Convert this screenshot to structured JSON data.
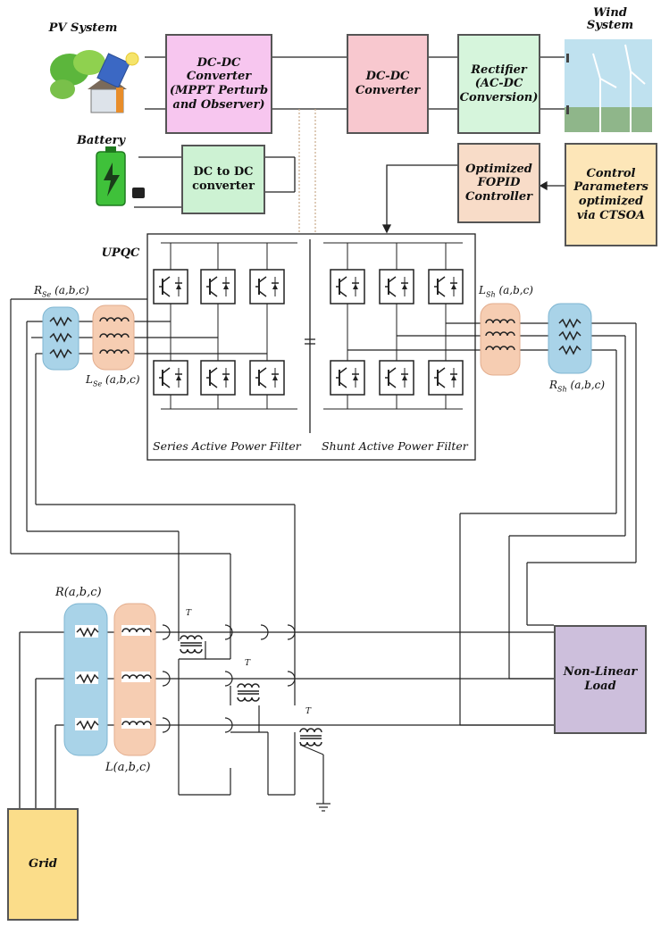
{
  "title": "",
  "labels": {
    "pv_system": "PV System",
    "wind_system": "Wind System",
    "battery": "Battery",
    "upqc": "UPQC",
    "series_filter": "Series Active Power Filter",
    "shunt_filter": "Shunt Active Power Filter",
    "r_se": "R",
    "r_se_sub": "Se",
    "l_se": "L",
    "l_se_sub": "Se",
    "l_sh": "L",
    "l_sh_sub": "Sh",
    "r_sh": "R",
    "r_sh_sub": "Sh",
    "abc": "(a,b,c)",
    "r_grid": "R(a,b,c)",
    "l_grid": "L(a,b,c)",
    "t1": "T",
    "t2": "T",
    "t3": "T"
  },
  "boxes": {
    "dcdc_pv": "DC-DC Converter (MPPT Perturb and Observer)",
    "dcdc_mid": "DC-DC Converter",
    "rectifier": "Rectifier (AC-DC Conversion)",
    "dc_to_dc": "DC to DC converter",
    "fopid": "Optimized FOPID Controller",
    "ctsoa": "Control Parameters optimized via CTSOA",
    "load": "Non-Linear Load",
    "grid": "Grid"
  },
  "colors": {
    "pink": "#f7c6ef",
    "rose": "#f8c8cf",
    "green": "#d6f5dc",
    "green_dark": "#cdf2d3",
    "peach": "#f8dcc8",
    "cream": "#fde6b8",
    "lavender": "#cdbfdc",
    "yellow": "#fbdd8a",
    "blue_res": "#a9d3e8",
    "orange_ind": "#f6cdb2",
    "line": "#222222",
    "dotted": "#c9a98a"
  }
}
